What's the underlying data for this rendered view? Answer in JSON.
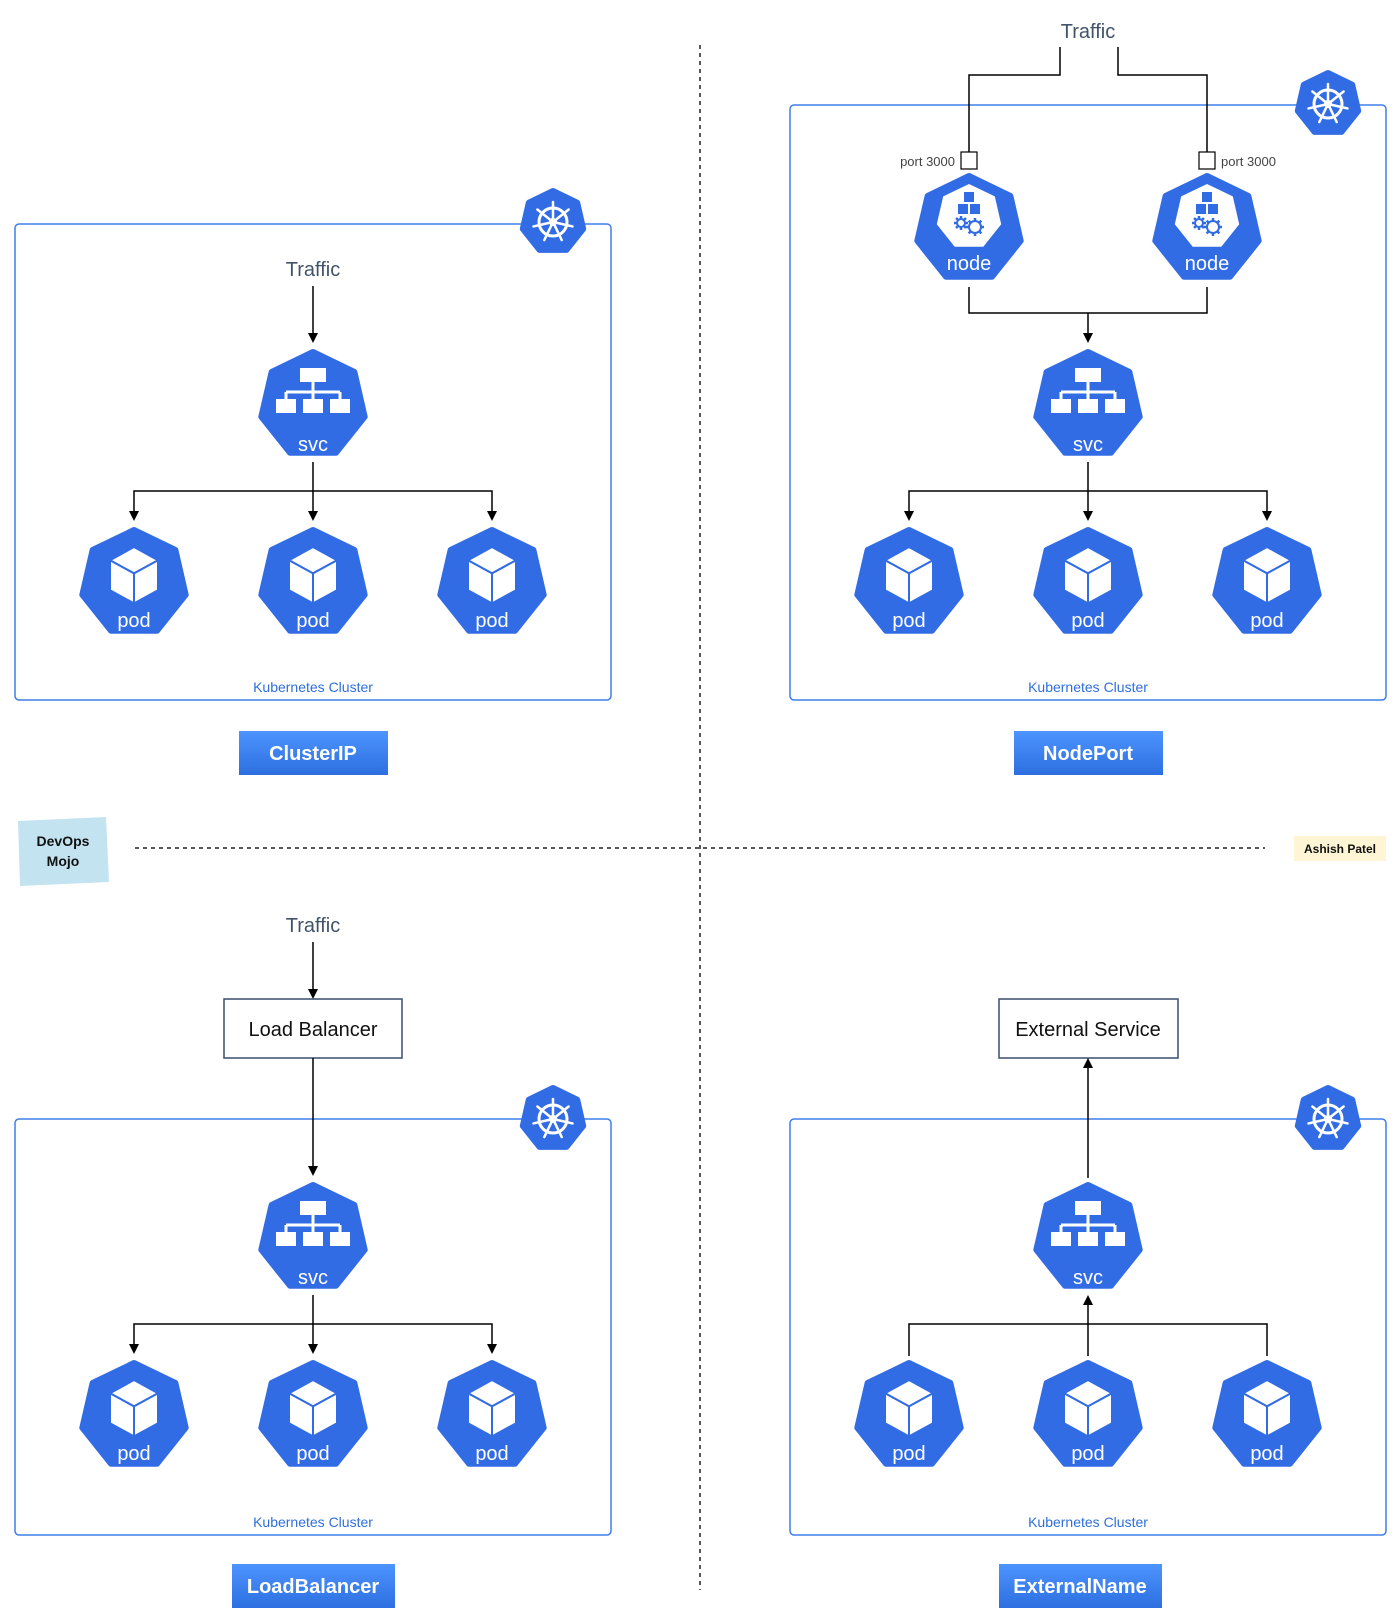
{
  "quadrants": {
    "clusterip": {
      "title": "ClusterIP",
      "traffic": "Traffic",
      "svc_label": "svc",
      "pod_label": "pod",
      "cluster_caption": "Kubernetes Cluster"
    },
    "nodeport": {
      "title": "NodePort",
      "traffic": "Traffic",
      "port_left": "port 3000",
      "port_right": "port 3000",
      "node_label": "node",
      "svc_label": "svc",
      "pod_label": "pod",
      "cluster_caption": "Kubernetes Cluster"
    },
    "loadbalancer": {
      "title": "LoadBalancer",
      "traffic": "Traffic",
      "lb_box": "Load Balancer",
      "svc_label": "svc",
      "pod_label": "pod",
      "cluster_caption": "Kubernetes Cluster"
    },
    "externalname": {
      "title": "ExternalName",
      "ext_box": "External Service",
      "svc_label": "svc",
      "pod_label": "pod",
      "cluster_caption": "Kubernetes Cluster"
    }
  },
  "badges": {
    "devops_line1": "DevOps",
    "devops_line2": "Mojo",
    "author": "Ashish Patel"
  },
  "colors": {
    "k8s_blue": "#326ce5",
    "cluster_border": "#3f7ee8",
    "title_gradient_top": "#4d94ff",
    "title_gradient_bottom": "#2d6fe0",
    "badge_devops": "#c3e3f0",
    "badge_author": "#fdf5d4"
  }
}
